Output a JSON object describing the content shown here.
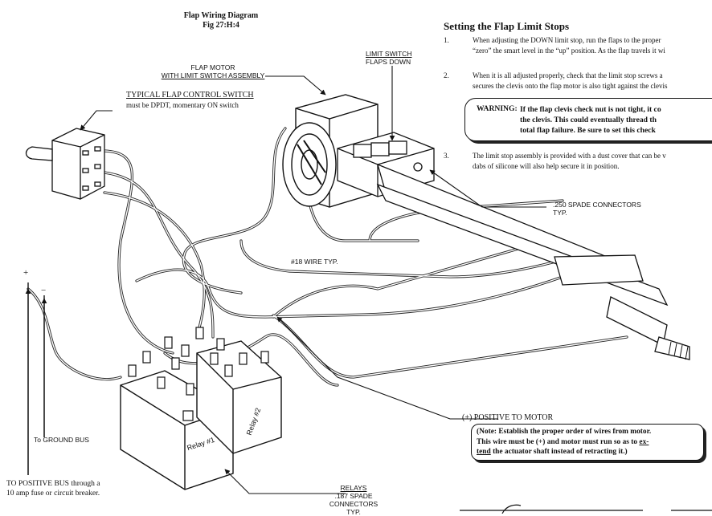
{
  "header": {
    "title": "Flap Wiring Diagram",
    "fig": "Fig 27:H:4"
  },
  "labels": {
    "flap_motor_line1": "FLAP MOTOR",
    "flap_motor_line2": "WITH LIMIT SWITCH ASSEMBLY",
    "limit_switch_line1": "LIMIT SWITCH",
    "limit_switch_line2": "FLAPS DOWN",
    "typical_switch_line1": "TYPICAL FLAP CONTROL SWITCH",
    "typical_switch_line2": "must be DPDT, momentary ON switch",
    "spade250_line1": ".250 SPADE CONNECTORS",
    "spade250_line2": "TYP.",
    "wire18": "#18 WIRE TYP.",
    "plus": "+",
    "minus": "−",
    "ground_bus": "To GROUND BUS",
    "positive_bus_line1": "TO POSITIVE BUS through a",
    "positive_bus_line2": "10 amp fuse or circuit breaker.",
    "relays_line1": "RELAYS",
    "relays_line2": ".187 SPADE CONNECTORS",
    "relays_line3": "TYP.",
    "relay1": "Relay #1",
    "relay2": "Relay #2",
    "positive_to_motor": "(+) POSITIVE TO MOTOR",
    "note_line1": "(Note:  Establish the proper order of wires from motor.",
    "note_line2a": "This wire must be (+) and motor must run so as to ",
    "note_line2b": "ex-",
    "note_line3a": "tend",
    "note_line3b": " the actuator shaft instead of retracting it.)"
  },
  "section": {
    "heading": "Setting the Flap Limit Stops",
    "steps": [
      {
        "num": "1.",
        "lines": [
          "When adjusting the DOWN limit stop, run the flaps to the proper",
          "“zero” the smart level in the “up” position.  As the flap travels it wi"
        ]
      },
      {
        "num": "2.",
        "lines": [
          "When it is all adjusted properly, check that the limit stop screws a",
          "secures the clevis onto the flap motor is also tight against the clevis"
        ]
      },
      {
        "num": "3.",
        "lines": [
          "The limit stop assembly is provided with a dust cover that can be v",
          "dabs of silicone will also help secure it in position."
        ]
      }
    ],
    "warning_label": "WARNING:",
    "warning_lines": [
      "If the flap clevis check nut is not tight, it co",
      "the clevis.  This could eventually thread th",
      "total flap failure.  Be sure to set this check"
    ]
  }
}
